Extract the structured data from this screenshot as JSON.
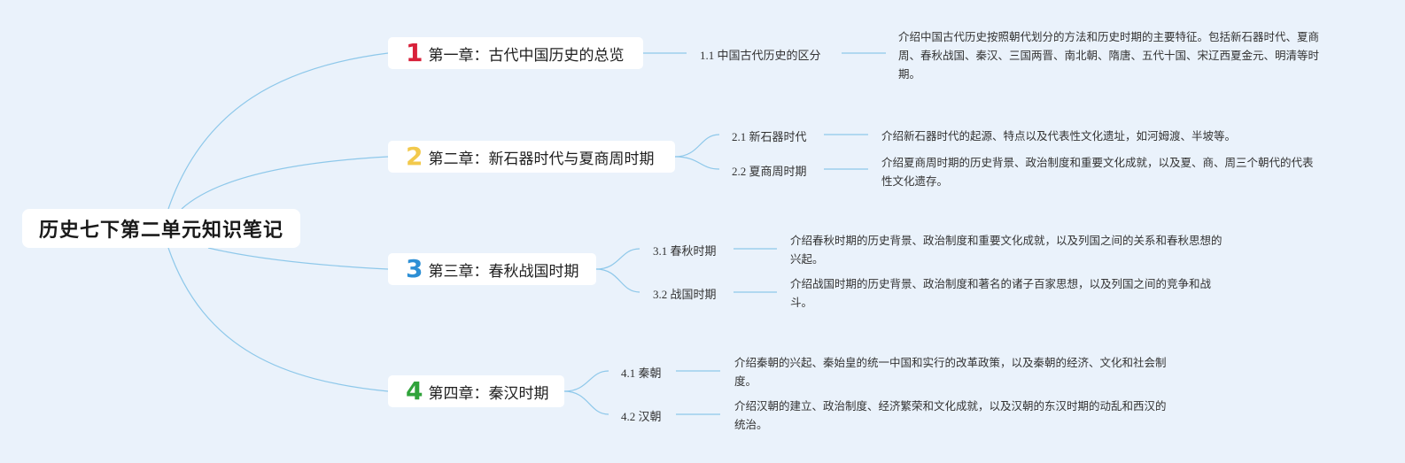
{
  "title": "历史七下第二单元知识笔记",
  "colors": {
    "background": "#eaf2fb",
    "link": "#8ec8ea",
    "ch1": "#d8213a",
    "ch2": "#f2c94c",
    "ch3": "#2d8fd5",
    "ch4": "#2fa33a"
  },
  "chapters": [
    {
      "num": "1",
      "title": "第一章：古代中国历史的总览",
      "sections": [
        {
          "label": "1.1 中国古代历史的区分",
          "desc": "介绍中国古代历史按照朝代划分的方法和历史时期的主要特征。包括新石器时代、夏商周、春秋战国、秦汉、三国两晋、南北朝、隋唐、五代十国、宋辽西夏金元、明清等时期。"
        }
      ]
    },
    {
      "num": "2",
      "title": "第二章：新石器时代与夏商周时期",
      "sections": [
        {
          "label": "2.1 新石器时代",
          "desc": "介绍新石器时代的起源、特点以及代表性文化遗址，如河姆渡、半坡等。"
        },
        {
          "label": "2.2 夏商周时期",
          "desc": "介绍夏商周时期的历史背景、政治制度和重要文化成就，以及夏、商、周三个朝代的代表性文化遗存。"
        }
      ]
    },
    {
      "num": "3",
      "title": "第三章：春秋战国时期",
      "sections": [
        {
          "label": "3.1 春秋时期",
          "desc": "介绍春秋时期的历史背景、政治制度和重要文化成就，以及列国之间的关系和春秋思想的兴起。"
        },
        {
          "label": "3.2 战国时期",
          "desc": "介绍战国时期的历史背景、政治制度和著名的诸子百家思想，以及列国之间的竞争和战斗。"
        }
      ]
    },
    {
      "num": "4",
      "title": "第四章：秦汉时期",
      "sections": [
        {
          "label": "4.1 秦朝",
          "desc": "介绍秦朝的兴起、秦始皇的统一中国和实行的改革政策，以及秦朝的经济、文化和社会制度。"
        },
        {
          "label": "4.2 汉朝",
          "desc": "介绍汉朝的建立、政治制度、经济繁荣和文化成就，以及汉朝的东汉时期的动乱和西汉的统治。"
        }
      ]
    }
  ]
}
